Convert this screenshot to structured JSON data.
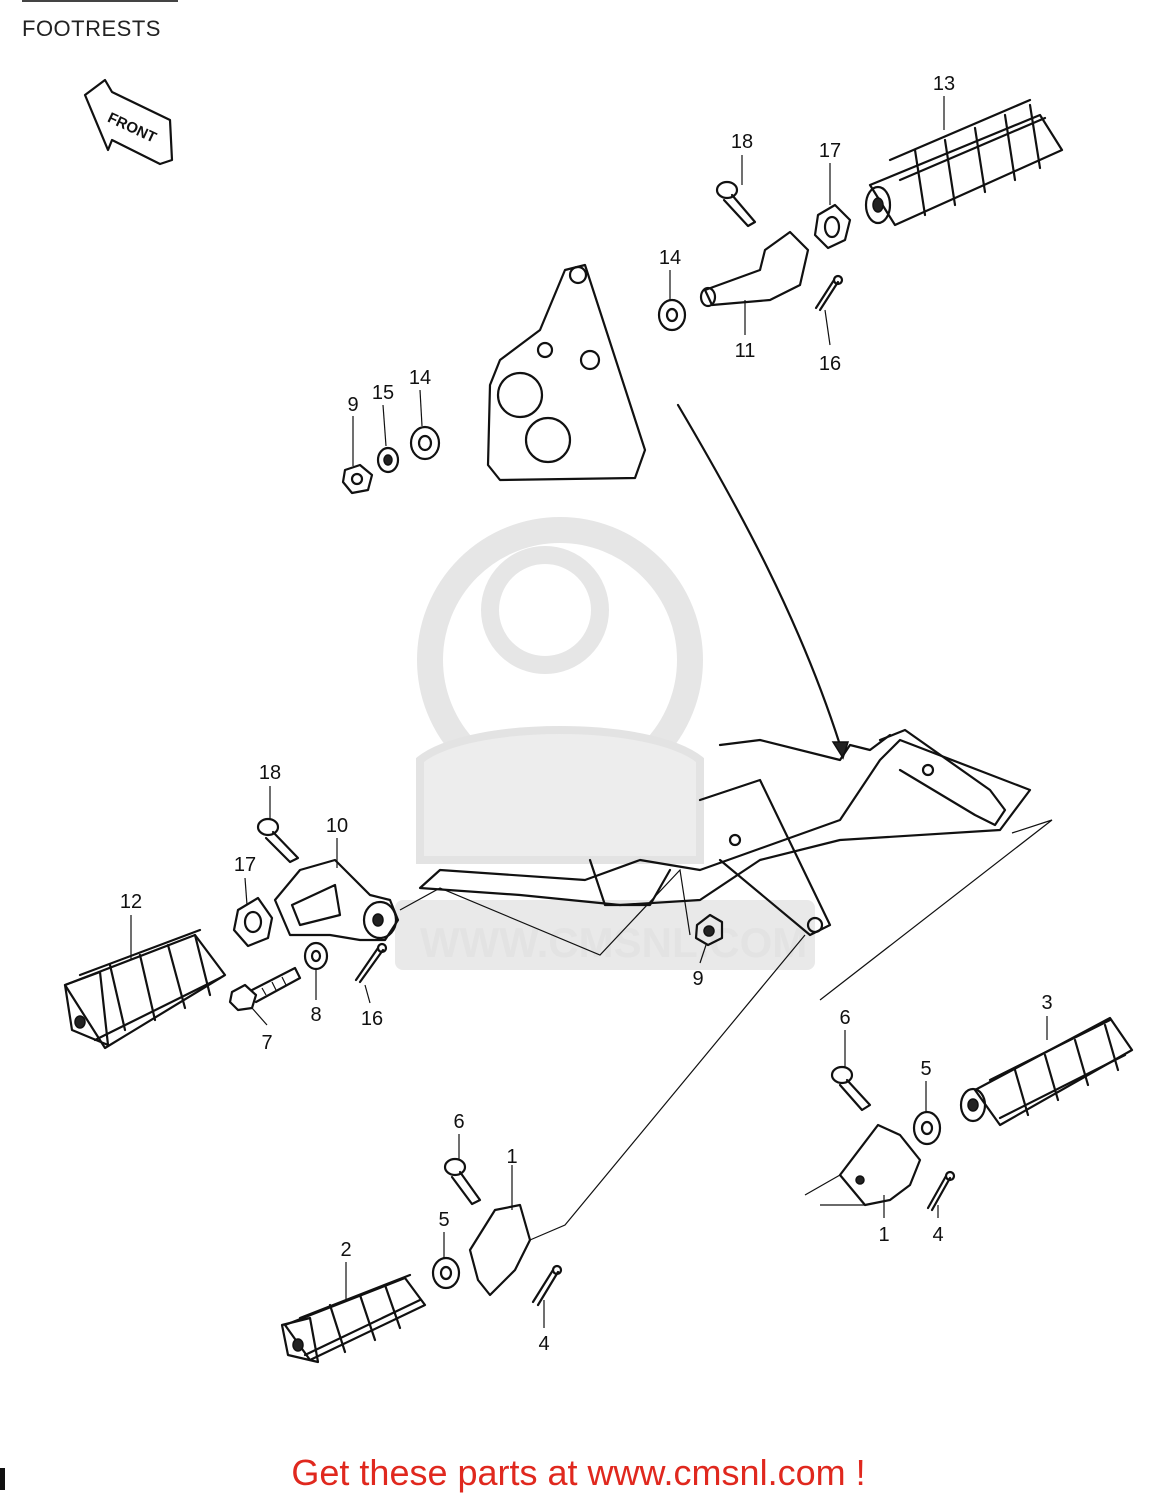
{
  "page": {
    "title": "FOOTRESTS",
    "front_label": "FRONT",
    "watermark": "WWW.CMSNL.COM",
    "footer": "Get these parts at www.cmsnl.com !"
  },
  "callouts": {
    "c13": "13",
    "c18a": "18",
    "c17a": "17",
    "c14a": "14",
    "c11": "11",
    "c16a": "16",
    "c9a": "9",
    "c15": "15",
    "c14b": "14",
    "c18b": "18",
    "c10": "10",
    "c17b": "17",
    "c12": "12",
    "c7": "7",
    "c8": "8",
    "c16b": "16",
    "c9b": "9",
    "c6a": "6",
    "c5a": "5",
    "c3": "3",
    "c1a": "1",
    "c4a": "4",
    "c6b": "6",
    "c1b": "1",
    "c5b": "5",
    "c2": "2",
    "c4b": "4"
  },
  "colors": {
    "footer": "#e0281e",
    "watermark": "#e3e3e3",
    "line": "#111111"
  }
}
